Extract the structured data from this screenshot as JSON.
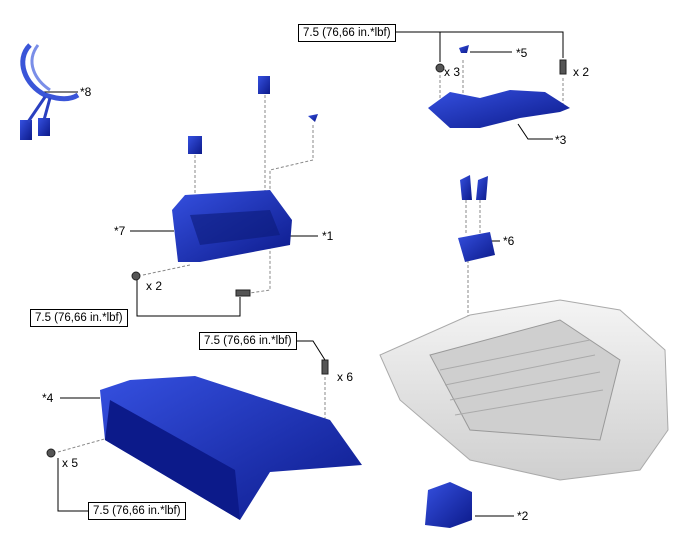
{
  "torque_label": "7.5 (76,66 in.*lbf)",
  "torque_specs": [
    {
      "text": "7.5 (76,66 in.*lbf)"
    },
    {
      "text": "7.5 (76,66 in.*lbf)"
    },
    {
      "text": "7.5 (76,66 in.*lbf)"
    },
    {
      "text": "7.5 (76,66 in.*lbf)"
    }
  ],
  "quantities": {
    "q1": "x 3",
    "q2": "x 2",
    "q3": "x 2",
    "q4": "x 6",
    "q5": "x 5"
  },
  "callouts": {
    "c1": "*1",
    "c2": "*2",
    "c3": "*3",
    "c4": "*4",
    "c5": "*5",
    "c6": "*6",
    "c7": "*7",
    "c8": "*8"
  },
  "colors": {
    "part": "#1a2fb8",
    "part_dark": "#0c1a7a",
    "tray": "#e4e4e4",
    "leader": "#000000",
    "dash": "#888888"
  }
}
